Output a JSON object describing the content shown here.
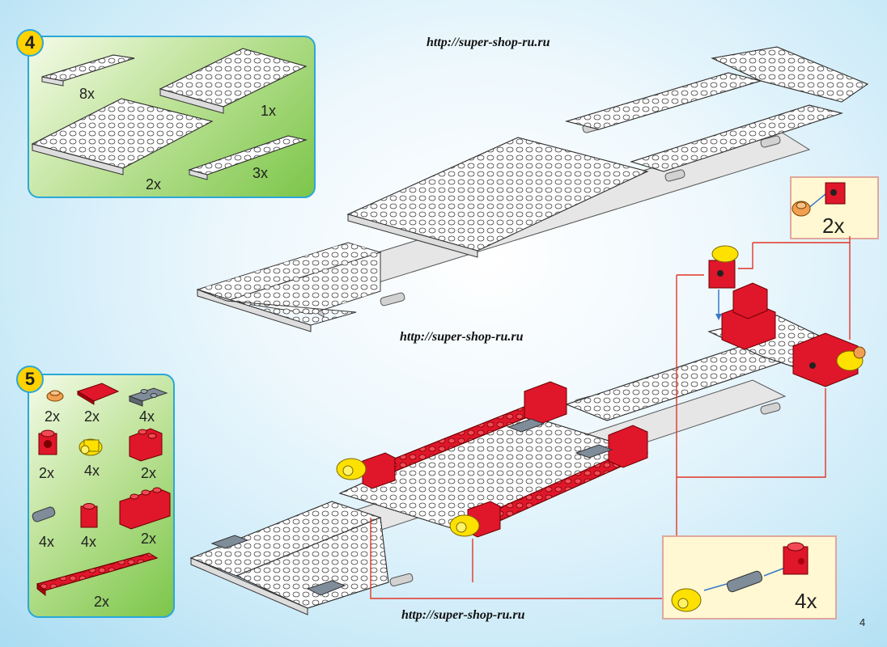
{
  "watermark": {
    "top": "http://super-shop-ru.ru",
    "middle": "http://super-shop-ru.ru",
    "bottom": "http://super-shop-ru.ru"
  },
  "steps": [
    {
      "number": "4",
      "parts": [
        {
          "qty": "8x",
          "part": "white-plate-1x6"
        },
        {
          "qty": "1x",
          "part": "white-plate-6x10"
        },
        {
          "qty": "2x",
          "part": "white-plate-6x10"
        },
        {
          "qty": "3x",
          "part": "white-plate-1x8"
        }
      ]
    },
    {
      "number": "5",
      "parts": [
        {
          "qty": "2x",
          "part": "orange-round-tile"
        },
        {
          "qty": "2x",
          "part": "red-tile-2x3"
        },
        {
          "qty": "4x",
          "part": "grey-plate-1x2"
        },
        {
          "qty": "2x",
          "part": "red-brick-1x1-hole"
        },
        {
          "qty": "4x",
          "part": "yellow-axle-connector"
        },
        {
          "qty": "2x",
          "part": "red-brick-2x2"
        },
        {
          "qty": "4x",
          "part": "grey-connector-pin"
        },
        {
          "qty": "4x",
          "part": "red-brick-1x1"
        },
        {
          "qty": "2x",
          "part": "red-brick-2x4"
        },
        {
          "qty": "2x",
          "part": "red-plate-1x10"
        }
      ]
    }
  ],
  "callouts": [
    {
      "qty": "2x"
    },
    {
      "qty": "4x"
    }
  ],
  "page_number": "4",
  "colors": {
    "step_border": "#2aa8d8",
    "step_badge": "#ffd200",
    "brick_red": "#e0162b",
    "brick_yellow": "#ffe100",
    "brick_grey": "#7f8c99",
    "guide_line": "#e2352b"
  }
}
